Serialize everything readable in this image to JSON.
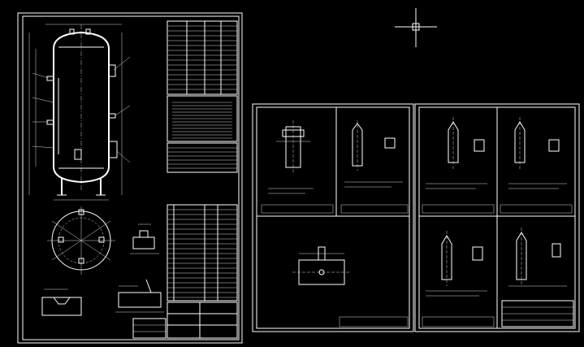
{
  "colors": {
    "background": "#000000",
    "linework": "#ffffff",
    "crosshair": "#ffffff"
  },
  "icons": {
    "cursor": "crosshair-cursor-icon"
  },
  "drawings": [
    {
      "id": "vessel-assembly",
      "detail_views": 0
    },
    {
      "id": "detail-sheet-a",
      "detail_views": 3
    },
    {
      "id": "detail-sheet-b",
      "detail_views": 4
    }
  ]
}
